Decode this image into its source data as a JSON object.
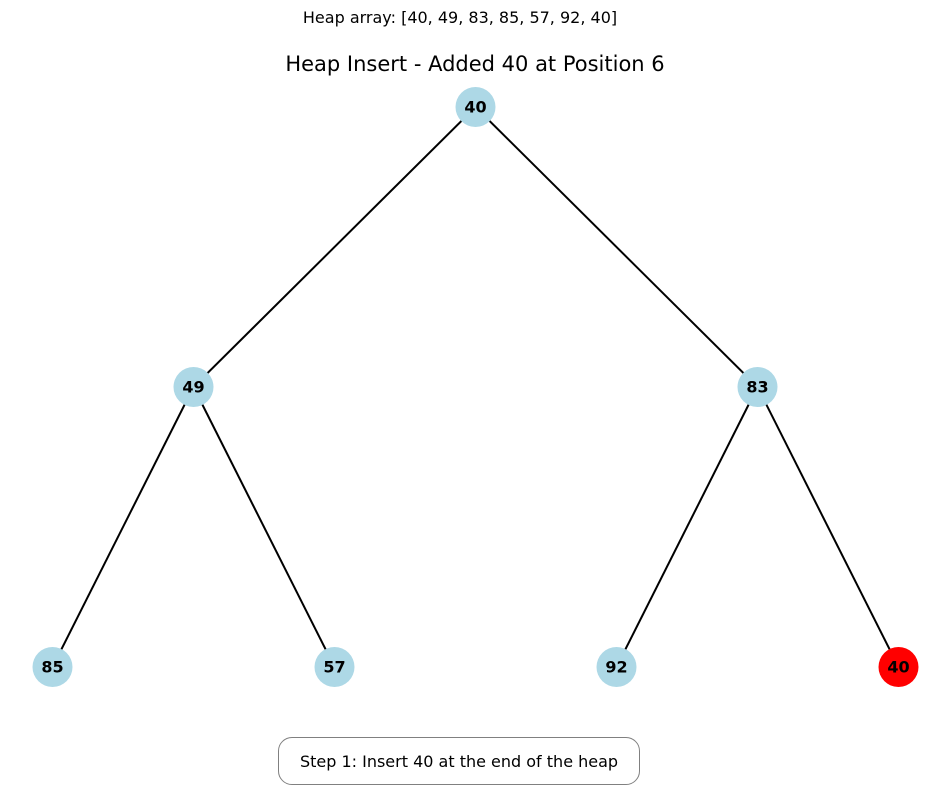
{
  "heap_array_text": "Heap array: [40, 49, 83, 85, 57, 92, 40]",
  "title": "Heap Insert - Added 40 at Position 6",
  "caption": "Step 1: Insert 40 at the end of the heap",
  "colors": {
    "node_default": "#add8e6",
    "node_highlight": "#ff0000",
    "edge": "#000000"
  },
  "heap": {
    "values": [
      40,
      49,
      83,
      85,
      57,
      92,
      40
    ],
    "highlight_index": 6
  }
}
